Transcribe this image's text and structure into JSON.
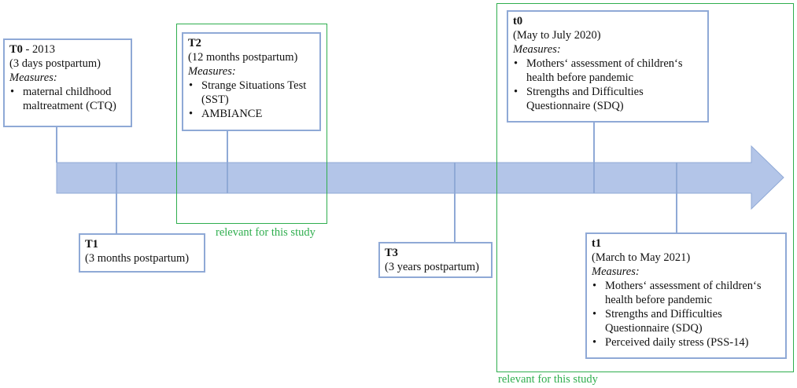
{
  "timeline": {
    "T0": {
      "label": "T0",
      "year": " - 2013",
      "subtitle": "(3 days postpartum)",
      "measures_label": "Measures:",
      "items": [
        "maternal childhood maltreatment (CTQ)"
      ]
    },
    "T1": {
      "label": "T1",
      "subtitle": "(3 months postpartum)"
    },
    "T2": {
      "label": "T2",
      "subtitle": "(12 months postpartum)",
      "measures_label": "Measures:",
      "items": [
        "Strange Situations Test (SST)",
        "AMBIANCE"
      ]
    },
    "T3": {
      "label": "T3",
      "subtitle": "(3 years postpartum)"
    },
    "t0": {
      "label": "t0",
      "subtitle": "(May to July 2020)",
      "measures_label": "Measures:",
      "items": [
        "Mothers‘ assessment of children‘s health before pandemic",
        "Strengths and Difficulties Questionnaire (SDQ)"
      ]
    },
    "t1": {
      "label": "t1",
      "subtitle": "(March to May 2021)",
      "measures_label": "Measures:",
      "items": [
        "Mothers‘ assessment of children‘s health before pandemic",
        "Strengths and Difficulties Questionnaire (SDQ)",
        "Perceived daily stress (PSS-14)"
      ]
    }
  },
  "highlight_label_1": "relevant for this study",
  "highlight_label_2": "relevant for this study",
  "colors": {
    "arrow_fill": "#b3c5e8",
    "arrow_stroke": "#8fa9d6",
    "box_border": "#8fa9d6",
    "highlight": "#2fae4e",
    "text": "#111111"
  }
}
